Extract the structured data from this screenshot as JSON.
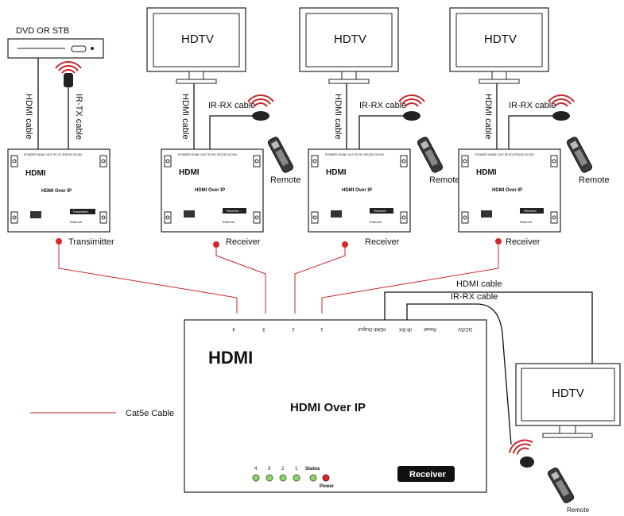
{
  "source": {
    "label": "DVD OR STB"
  },
  "hdtv_label": "HDTV",
  "cables": {
    "hdmi": "HDMI cable",
    "ir_tx": "IR-TX cable",
    "ir_rx": "IR-RX cable"
  },
  "remote_label": "Remote",
  "transmitter": {
    "caption": "Transimitter",
    "badge": "Transmitter",
    "logo": "HDMI",
    "title": "HDMI  Over IP",
    "port_label": "Ethernet"
  },
  "receiver_small": {
    "caption": "Receiver",
    "badge": "Receiver",
    "logo": "HDMI",
    "title": "HDMI  Over IP",
    "port_label": "Ethernet"
  },
  "main_unit": {
    "title": "HDMI  Over IP",
    "logo": "HDMI",
    "badge": "Receiver",
    "port_labels": [
      "4",
      "3",
      "2",
      "1",
      "HDMI Output",
      "IR RX",
      "Reset",
      "DC/5V"
    ],
    "led_labels": [
      "4",
      "3",
      "2",
      "1"
    ],
    "status_label": "Status",
    "power_label": "Power"
  },
  "legend": {
    "label": "Cat5e Cable",
    "color": "#c8252b"
  },
  "colors": {
    "cable": "#c8252b",
    "status_led": "#8ed36b",
    "power_led": "#d8262c"
  }
}
